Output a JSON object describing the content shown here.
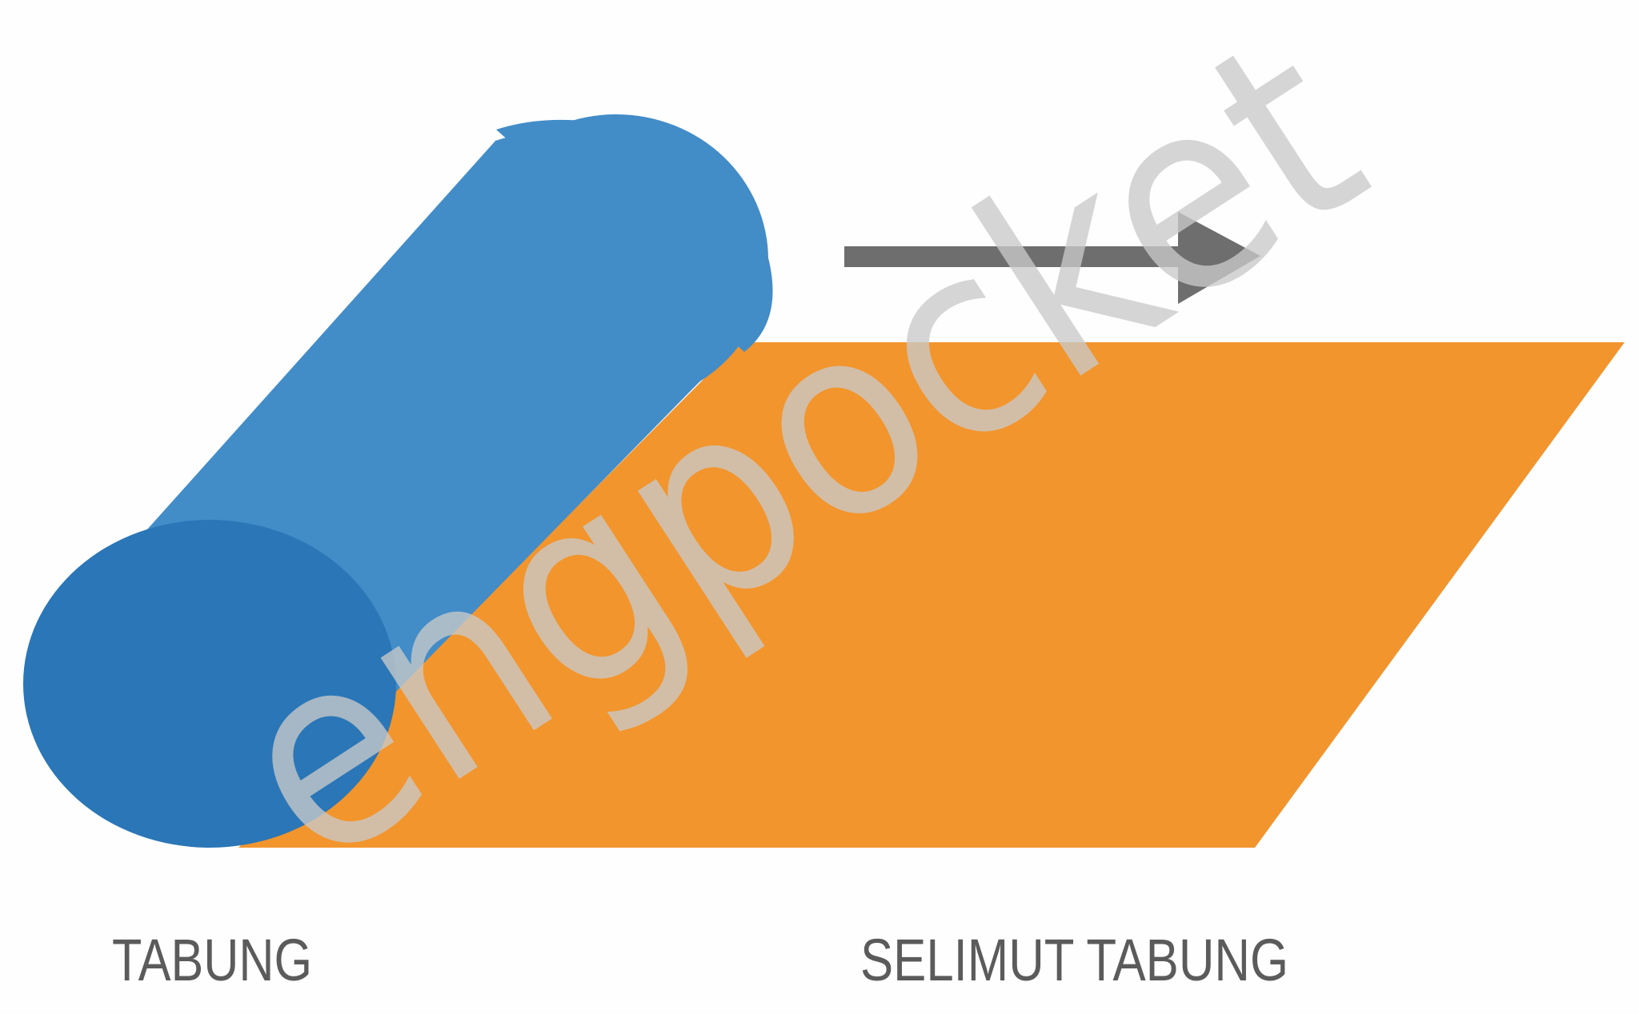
{
  "diagram": {
    "labels": {
      "cylinder": "TABUNG",
      "blanket": "SELIMUT TABUNG"
    },
    "watermark": "engpocket",
    "colors": {
      "cylinder_body": "#428cc8",
      "cylinder_end": "#2a76b7",
      "blanket": "#f2952d",
      "arrow": "#6e6e6e",
      "label": "#5b5b5b",
      "watermark": "#c9c9c9",
      "background": "#fefefe"
    }
  }
}
